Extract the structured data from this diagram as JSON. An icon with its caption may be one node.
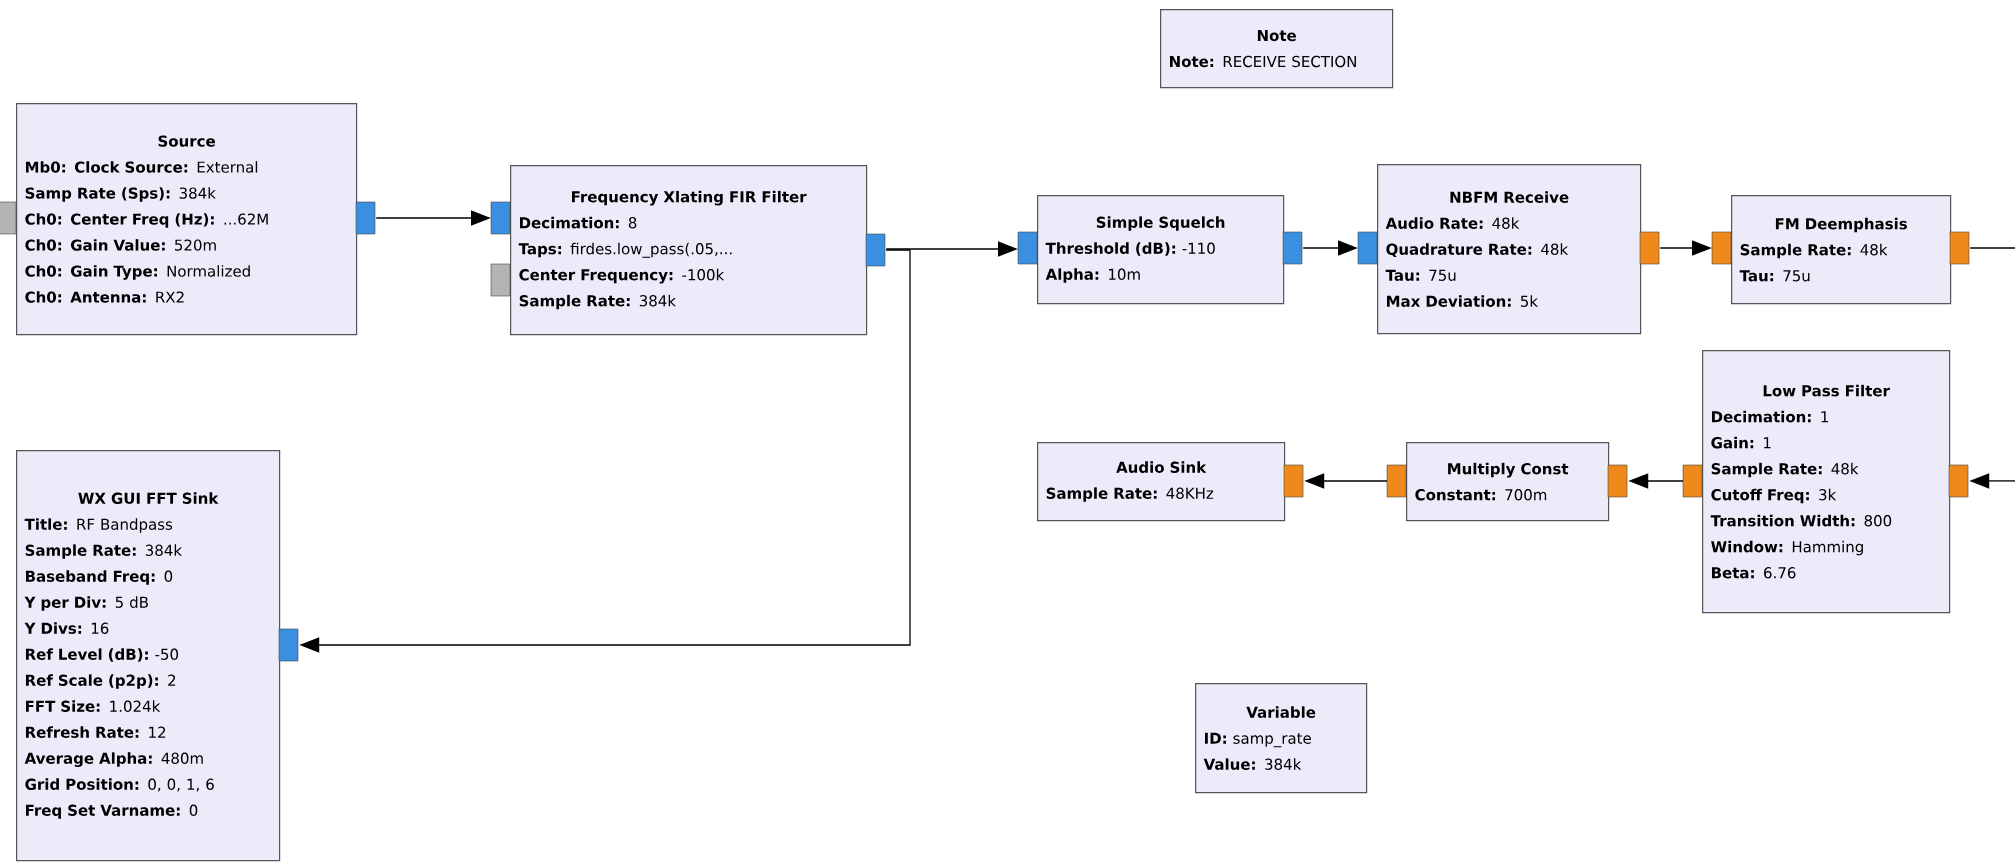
{
  "diagram": {
    "nodes": [
      {
        "text": [
          "Note",
          "**Note:** RECEIVE SECTION"
        ]
      },
      {
        "text": [
          "Source",
          "**Mb0: Clock Source:** External",
          "**Samp Rate (Sps):** 384k",
          "**Ch0: Center Freq (Hz):** ...62M",
          "**Ch0: Gain Value:** 520m",
          "**Ch0: Gain Type:** Normalized",
          "**Ch0: Antenna:** RX2"
        ]
      },
      {
        "text": [
          "Frequency Xlating FIR Filter",
          "**Decimation:** 8",
          "**Taps:** firdes.low_pass(.05,...",
          "**Center Frequency:** -100k",
          "**Sample Rate:** 384k"
        ]
      },
      {
        "text": [
          "Simple Squelch",
          "**Threshold (dB):** -110",
          "**Alpha:** 10m"
        ]
      },
      {
        "text": [
          "NBFM Receive",
          "**Audio Rate:** 48k",
          "**Quadrature Rate:** 48k",
          "**Tau:** 75u",
          "**Max Deviation:** 5k"
        ]
      },
      {
        "text": [
          "FM Deemphasis",
          "**Sample Rate:** 48k",
          "**Tau:** 75u"
        ]
      },
      {
        "text": [
          "WX GUI FFT Sink",
          "**Title:** RF Bandpass",
          "**Sample Rate:** 384k",
          "**Baseband Freq:** 0",
          "**Y per Div:** 5 dB",
          "**Y Divs:** 16",
          "**Ref Level (dB):** -50",
          "**Ref Scale (p2p):** 2",
          "**FFT Size:** 1.024k",
          "**Refresh Rate:** 12",
          "**Average Alpha:** 480m",
          "**Grid Position:** 0, 0, 1, 6",
          "**Freq Set Varname:** 0"
        ]
      },
      {
        "text": [
          "Audio Sink",
          "**Sample Rate:** 48KHz"
        ]
      },
      {
        "text": [
          "Multiply Const",
          "**Constant:** 700m"
        ]
      },
      {
        "text": [
          "Low Pass Filter",
          "**Decimation:** 1",
          "**Gain:** 1",
          "**Sample Rate:** 48k",
          "**Cutoff Freq:** 3k",
          "**Transition Width:** 800",
          "**Window:** Hamming",
          "**Beta:** 6.76"
        ]
      },
      {
        "text": [
          "Variable",
          "**ID:** samp_rate",
          "**Value:** 384k"
        ]
      }
    ],
    "edges": [
      {
        "from": 1,
        "to": 2,
        "arrow": "to"
      },
      {
        "from": 2,
        "to": 3,
        "arrow": "to"
      },
      {
        "from": 2,
        "to": 6,
        "arrow": "to"
      },
      {
        "from": 3,
        "to": 4,
        "arrow": "to"
      },
      {
        "from": 4,
        "to": 5,
        "arrow": "to"
      },
      {
        "from": 5,
        "to": null,
        "arrow": "none"
      },
      {
        "from": null,
        "to": 9,
        "arrow": "to"
      },
      {
        "from": 9,
        "to": 8,
        "arrow": "to"
      },
      {
        "from": 8,
        "to": 7,
        "arrow": "to"
      }
    ]
  }
}
